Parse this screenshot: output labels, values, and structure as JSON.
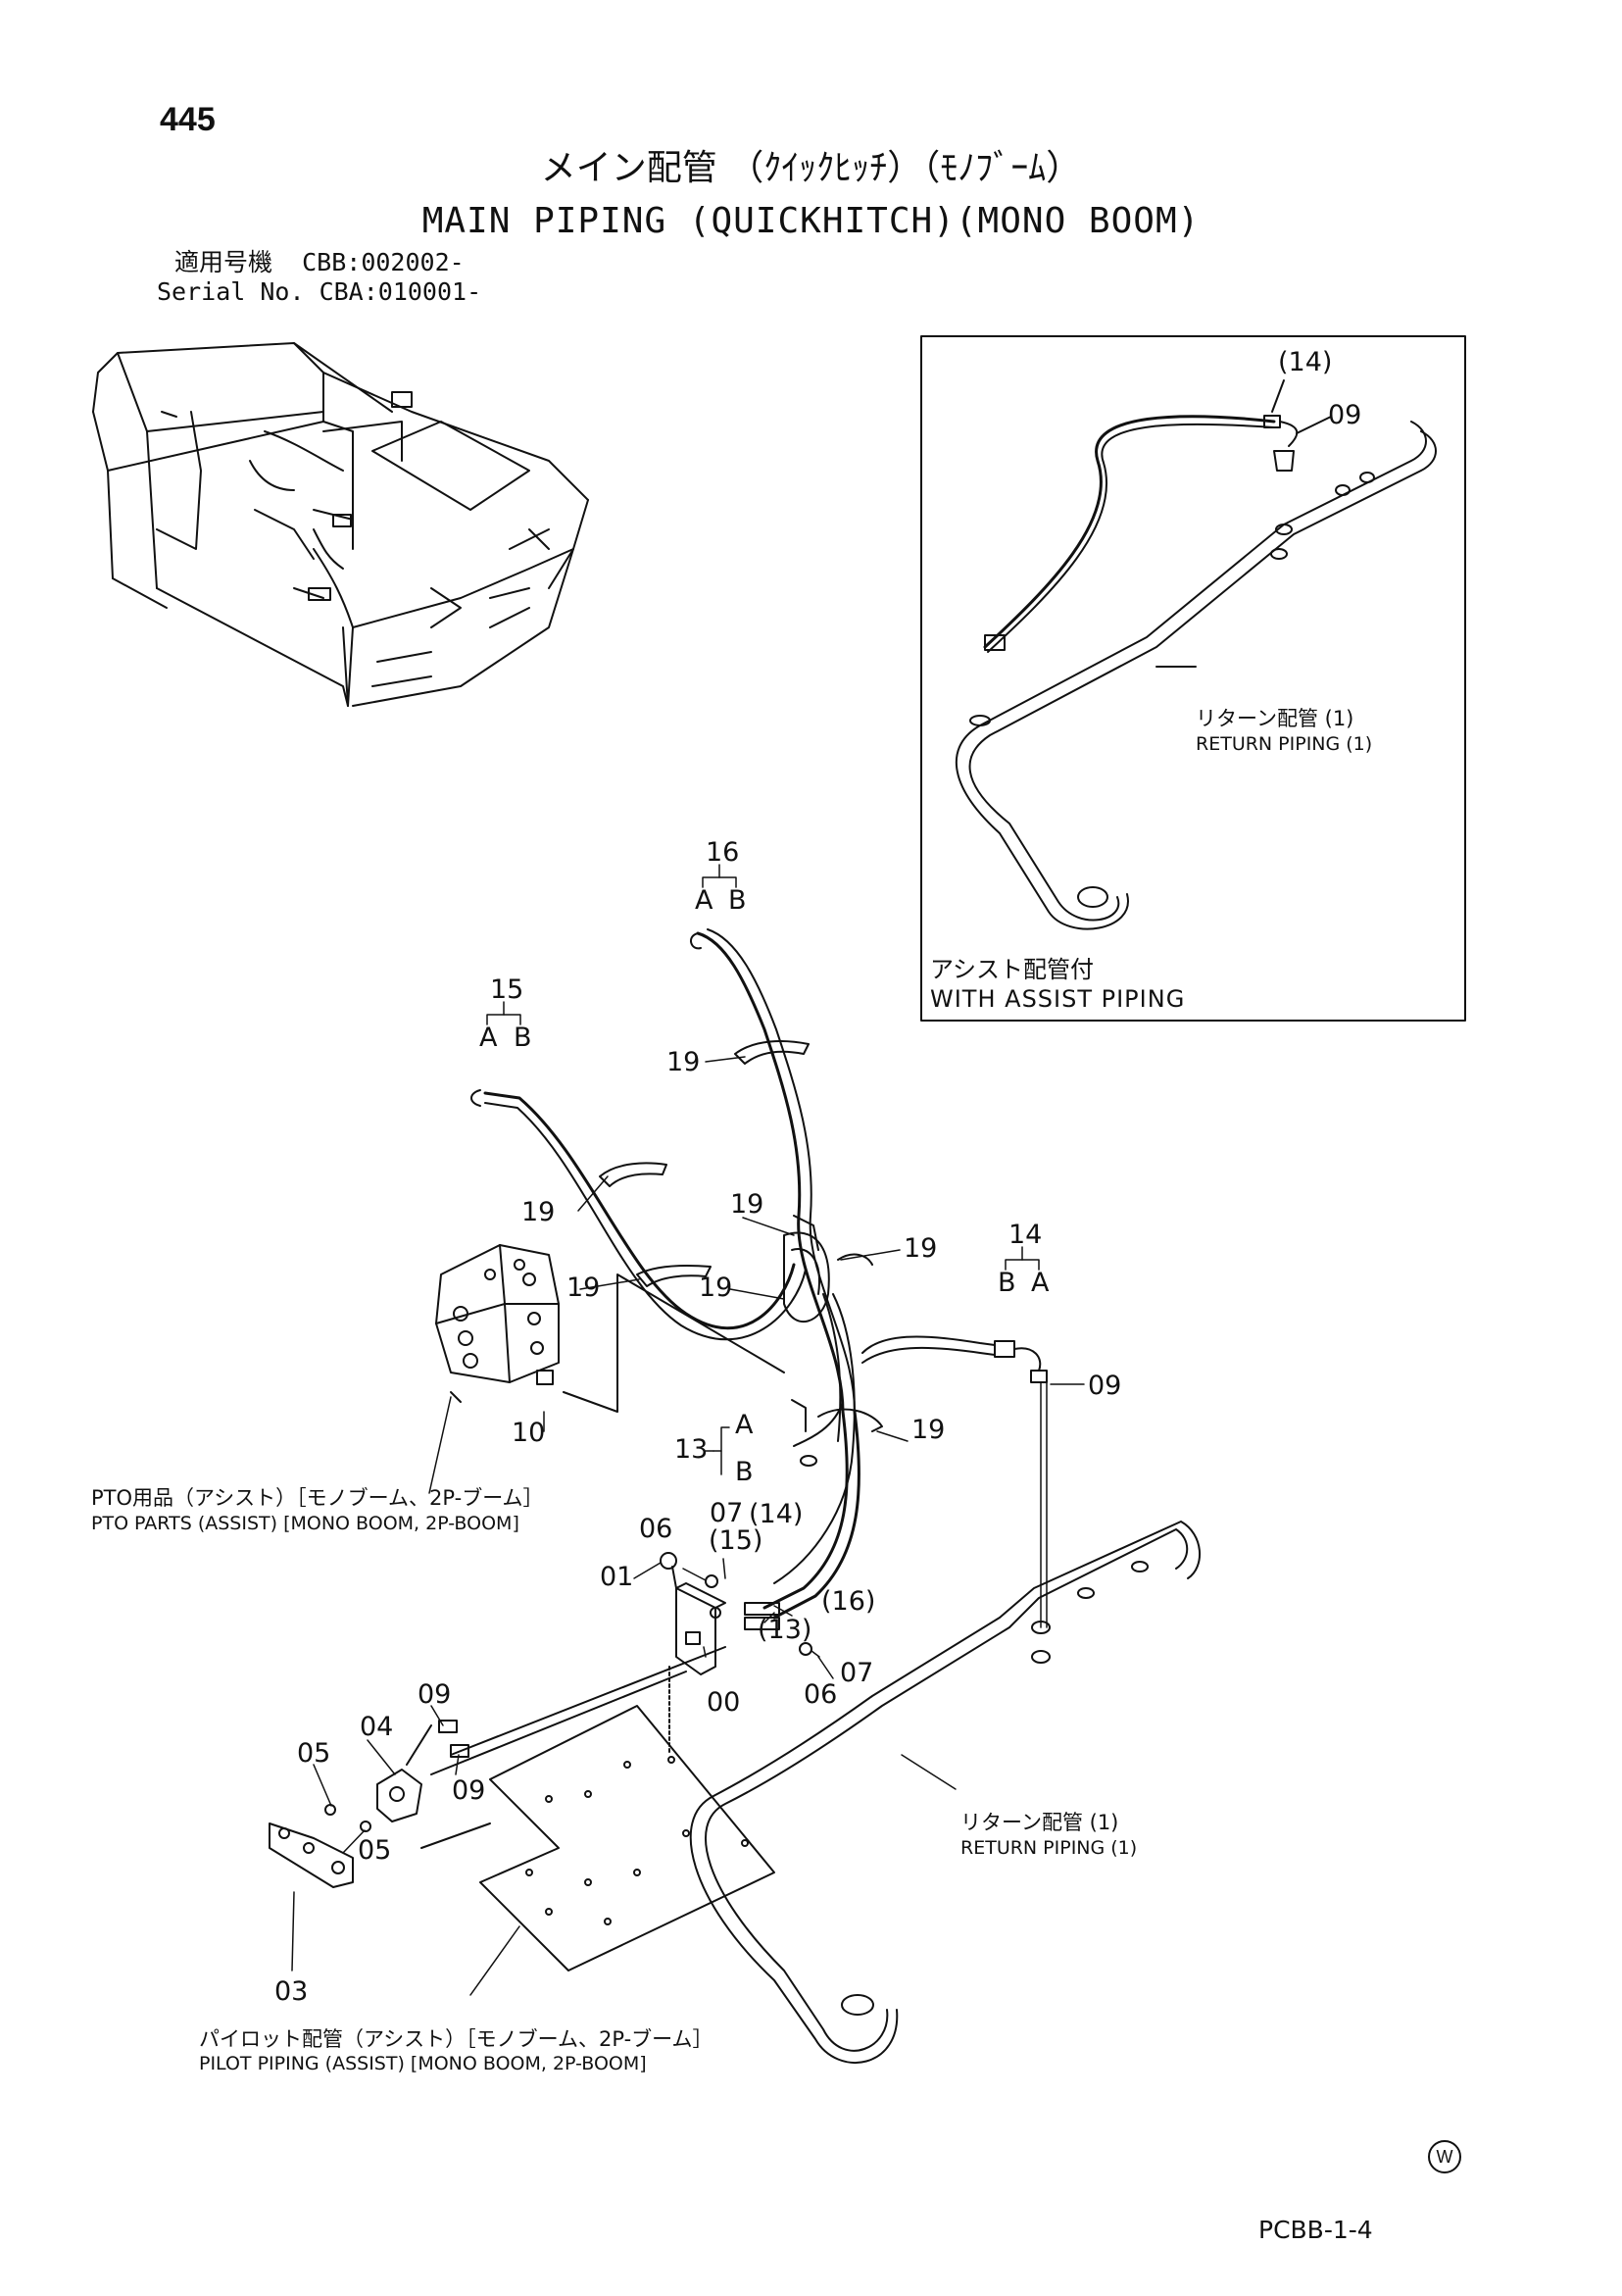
{
  "header": {
    "page_number": "445",
    "title_jp": "メイン配管 （ｸｲｯｸﾋｯﾁ）（ﾓﾉﾌﾞｰﾑ）",
    "title_en": "MAIN PIPING (QUICKHITCH)(MONO BOOM)",
    "applicable_jp_label": "適用号機",
    "applicable_value": "CBB:002002-",
    "serial_label": "Serial No.",
    "serial_value": "CBA:010001-"
  },
  "inset": {
    "caption_jp": "アシスト配管付",
    "caption_en": "WITH ASSIST PIPING",
    "callouts": {
      "c14": "(14)",
      "c09": "09"
    },
    "return_jp": "リターン配管 (1)",
    "return_en": "RETURN PIPING (1)"
  },
  "callouts": {
    "n16": "16",
    "n16a": "A",
    "n16b": "B",
    "n15": "15",
    "n15a": "A",
    "n15b": "B",
    "n14": "14",
    "n14b": "B",
    "n14a": "A",
    "n19_1": "19",
    "n19_2": "19",
    "n19_3": "19",
    "n19_4": "19",
    "n19_5": "19",
    "n19_6": "19",
    "n19_7": "19",
    "n09_a": "09",
    "n10": "10",
    "n13": "13",
    "n13a": "A",
    "n13b": "B",
    "n07_a": "07",
    "n06_a": "06",
    "p15": "(15)",
    "p14": "(14)",
    "n01": "01",
    "p16": "(16)",
    "p13": "(13)",
    "n07_b": "07",
    "n06_b": "06",
    "n00": "00",
    "n04": "04",
    "n09_b": "09",
    "n05_a": "05",
    "n09_c": "09",
    "n05_b": "05",
    "n03": "03"
  },
  "notes": {
    "pto_jp": "PTO用品（アシスト）［モノブーム、2P-ブーム］",
    "pto_en": "PTO PARTS (ASSIST) [MONO BOOM, 2P-BOOM]",
    "return_jp": "リターン配管 (1)",
    "return_en": "RETURN PIPING (1)",
    "pilot_jp": "パイロット配管（アシスト）［モノブーム、2P-ブーム］",
    "pilot_en": "PILOT PIPING (ASSIST) [MONO BOOM, 2P-BOOM]"
  },
  "footer": {
    "circle_mark": "W",
    "doc_code": "PCBB-1-4"
  }
}
